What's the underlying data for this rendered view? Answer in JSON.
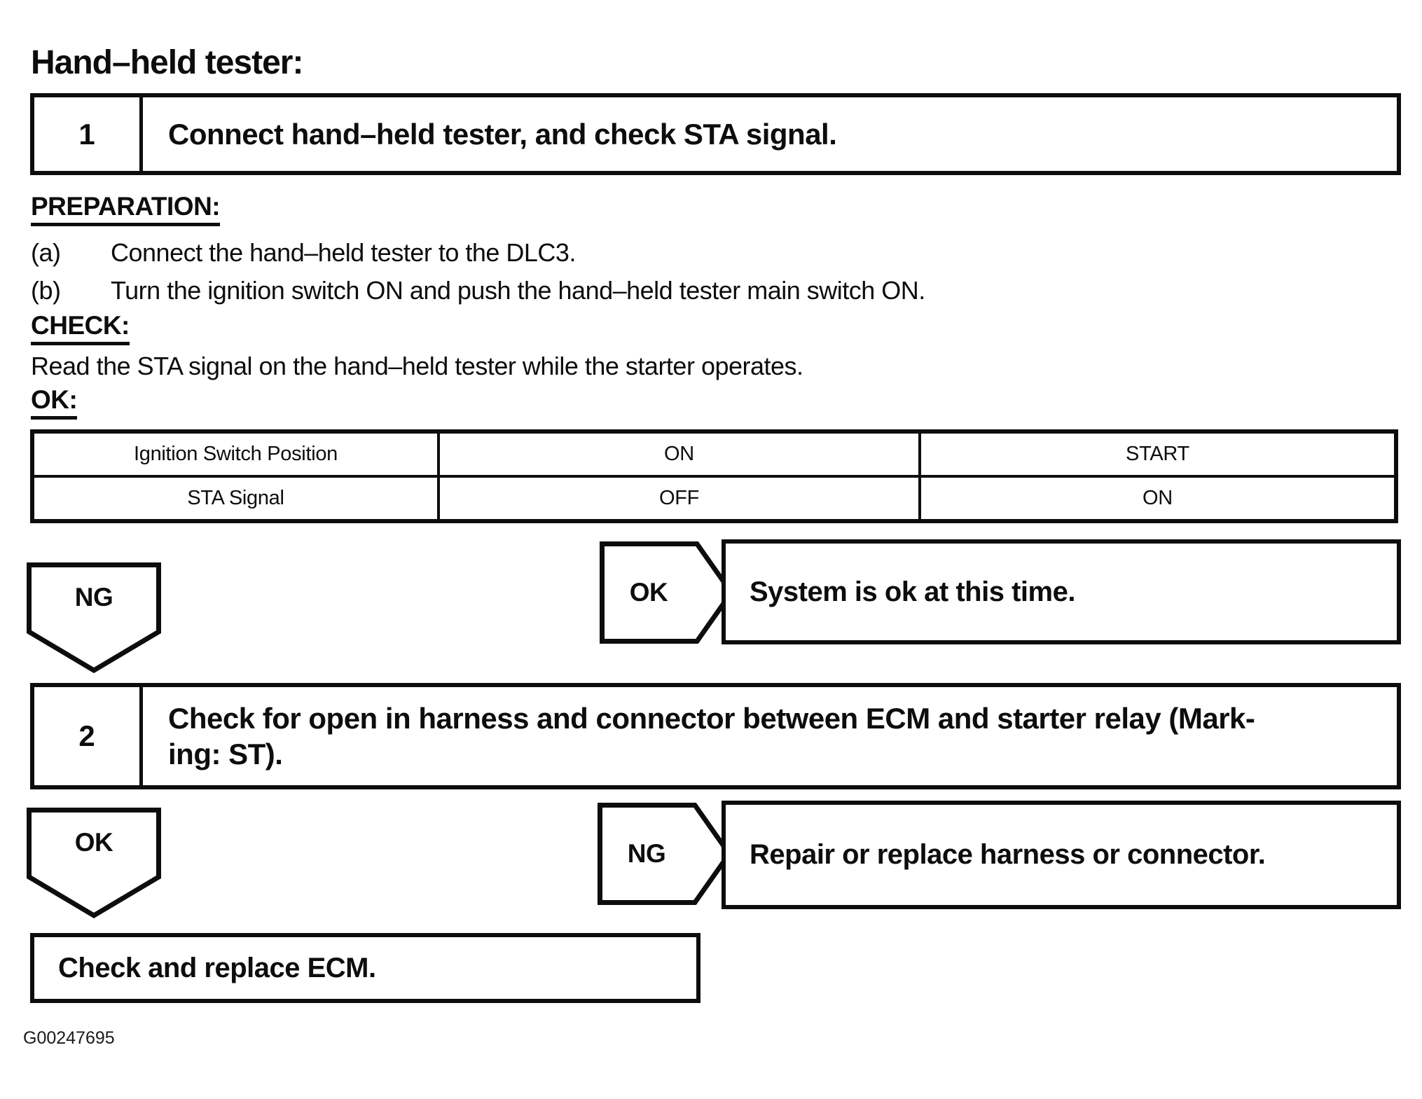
{
  "page": {
    "title": "Hand–held tester:",
    "figure_id": "G00247695"
  },
  "steps": [
    {
      "number": "1",
      "text": "Connect hand–held tester, and check STA signal."
    },
    {
      "number": "2",
      "text": "Check for open in harness and connector between ECM and starter relay (Mark-\ning: ST)."
    }
  ],
  "preparation": {
    "heading": "PREPARATION:",
    "items": [
      {
        "label": "(a)",
        "text": "Connect the hand–held tester to the DLC3."
      },
      {
        "label": "(b)",
        "text": "Turn the ignition switch ON and push the hand–held tester main switch ON."
      }
    ]
  },
  "check": {
    "heading": "CHECK:",
    "text": "Read the STA signal on the hand–held tester while the starter operates."
  },
  "ok_section": {
    "heading": "OK:"
  },
  "table": {
    "rows": [
      [
        "Ignition Switch Position",
        "ON",
        "START"
      ],
      [
        "STA Signal",
        "OFF",
        "ON"
      ]
    ]
  },
  "flow": {
    "step1_ng_label": "NG",
    "step1_ok_label": "OK",
    "step1_ok_result": "System is ok at this time.",
    "step2_ok_label": "OK",
    "step2_ng_label": "NG",
    "step2_ng_result": "Repair or replace harness or connector.",
    "step2_ok_result": "Check and replace ECM."
  },
  "colors": {
    "ink": "#0d0d0d",
    "paper": "#ffffff"
  }
}
